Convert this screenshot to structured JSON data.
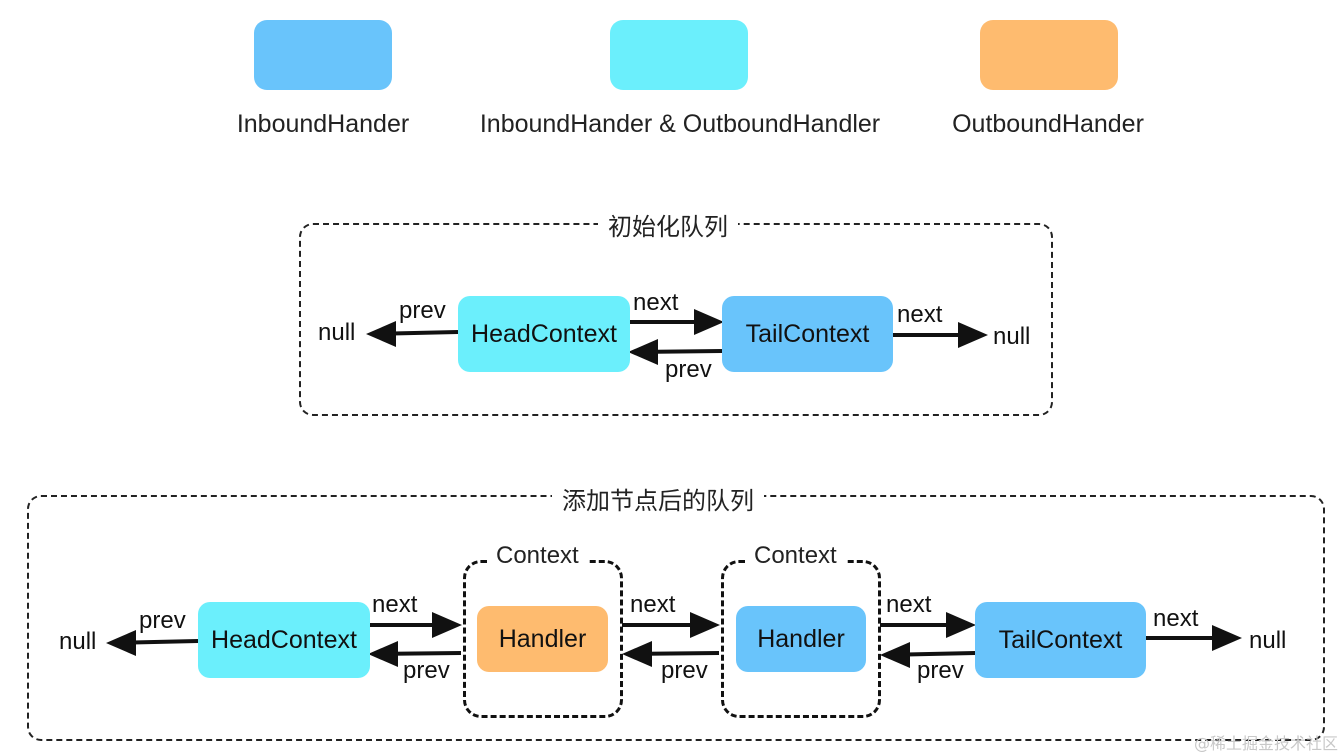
{
  "colors": {
    "inbound": "#69C4FB",
    "both": "#6BEFFC",
    "outbound": "#FEBB6F"
  },
  "legend": [
    {
      "label": "InboundHander",
      "color": "#69C4FB"
    },
    {
      "label": "InboundHander & OutboundHandler",
      "color": "#6BEFFC"
    },
    {
      "label": "OutboundHander",
      "color": "#FEBB6F"
    }
  ],
  "init_queue": {
    "title": "初始化队列",
    "head": "HeadContext",
    "tail": "TailContext",
    "null_left": "null",
    "null_right": "null",
    "prev_left": "prev",
    "next_mid": "next",
    "prev_mid": "prev",
    "next_right": "next"
  },
  "added_queue": {
    "title": "添加节点后的队列",
    "head": "HeadContext",
    "tail": "TailContext",
    "context1_title": "Context",
    "context2_title": "Context",
    "handler1": "Handler",
    "handler2": "Handler",
    "null_left": "null",
    "null_right": "null",
    "prev_left": "prev",
    "next_1": "next",
    "prev_1": "prev",
    "next_2": "next",
    "prev_2": "prev",
    "next_3": "next",
    "prev_3": "prev",
    "next_right": "next"
  },
  "watermark": "@稀土掘金技术社区"
}
